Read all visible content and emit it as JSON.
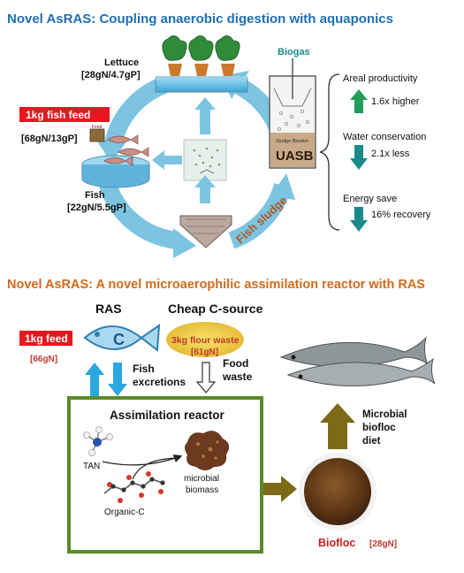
{
  "top_panel": {
    "title": "Novel AsRAS: Coupling anaerobic digestion with aquaponics",
    "lettuce_label": "Lettuce",
    "lettuce_nutrients": "[28gN/4.7gP]",
    "feed_badge": "1kg fish feed",
    "feed_nutrients": "[68gN/13gP]",
    "feed_bag_text": "Feed",
    "fish_label": "Fish",
    "fish_nutrients": "[22gN/5.5gP]",
    "biogas_label": "Biogas",
    "sludge_blanket_label": "Sludge Blanket",
    "uasb_label": "UASB",
    "fish_sludge_label": "Fish sludge",
    "metrics": [
      {
        "label": "Areal productivity",
        "value": "1.6x higher",
        "direction": "up",
        "color": "#1f9e5a"
      },
      {
        "label": "Water conservation",
        "value": "2.1x less",
        "direction": "down",
        "color": "#1b8a8a"
      },
      {
        "label": "Energy save",
        "value": "16% recovery",
        "direction": "down",
        "color": "#1b8a8a"
      }
    ]
  },
  "bottom_panel": {
    "title": "Novel AsRAS: A novel microaerophilic assimilation reactor with RAS",
    "ras_label": "RAS",
    "fish_glyph": "C",
    "feed_badge": "1kg feed",
    "feed_nitrogen": "[66gN]",
    "c_source_label": "Cheap C-source",
    "flour_waste_label": "3kg flour waste",
    "flour_nitrogen": "[61gN]",
    "fish_excretions_label": "Fish excretions",
    "food_waste_label": "Food waste",
    "reactor_label": "Assimilation reactor",
    "tan_label": "TAN",
    "organic_c_label": "Organic-C",
    "microbial_biomass_label": "microbial biomass",
    "biofloc_label": "Biofloc",
    "biofloc_nitrogen": "[28gN]",
    "biofloc_diet_label": "Microbial biofloc diet"
  },
  "colors": {
    "title_top": "#1f6fb5",
    "title_bottom": "#d46a1a",
    "cycle_arrow": "#7cc4e2",
    "red_badge": "#e8171f",
    "nitrogen_text": "#c0392b",
    "fish_sludge_text": "#b5541b",
    "reactor_border": "#5a8a2b",
    "olive_arrow": "#7d6a16",
    "blue_arrow": "#2aa7e0"
  }
}
